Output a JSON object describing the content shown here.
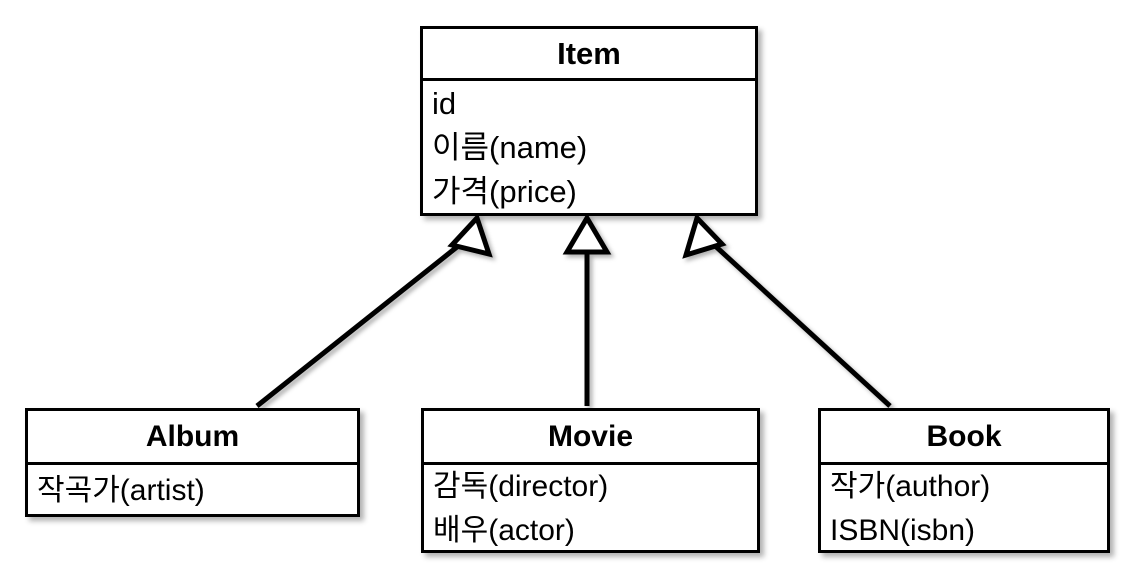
{
  "diagram": {
    "type": "uml-class-diagram",
    "relationship": "generalization",
    "background_color": "#ffffff",
    "line_color": "#000000",
    "fill_color": "#ffffff"
  },
  "classes": {
    "item": {
      "name": "Item",
      "attributes": [
        "id",
        "이름(name)",
        "가격(price)"
      ]
    },
    "album": {
      "name": "Album",
      "attributes": [
        "작곡가(artist)"
      ]
    },
    "movie": {
      "name": "Movie",
      "attributes": [
        "감독(director)",
        "배우(actor)"
      ]
    },
    "book": {
      "name": "Book",
      "attributes": [
        "작가(author)",
        "ISBN(isbn)"
      ]
    }
  },
  "edges": [
    {
      "id": "album-to-item",
      "from": "Album",
      "to": "Item",
      "arrow": "hollow-triangle"
    },
    {
      "id": "movie-to-item",
      "from": "Movie",
      "to": "Item",
      "arrow": "hollow-triangle"
    },
    {
      "id": "book-to-item",
      "from": "Book",
      "to": "Item",
      "arrow": "hollow-triangle"
    }
  ]
}
